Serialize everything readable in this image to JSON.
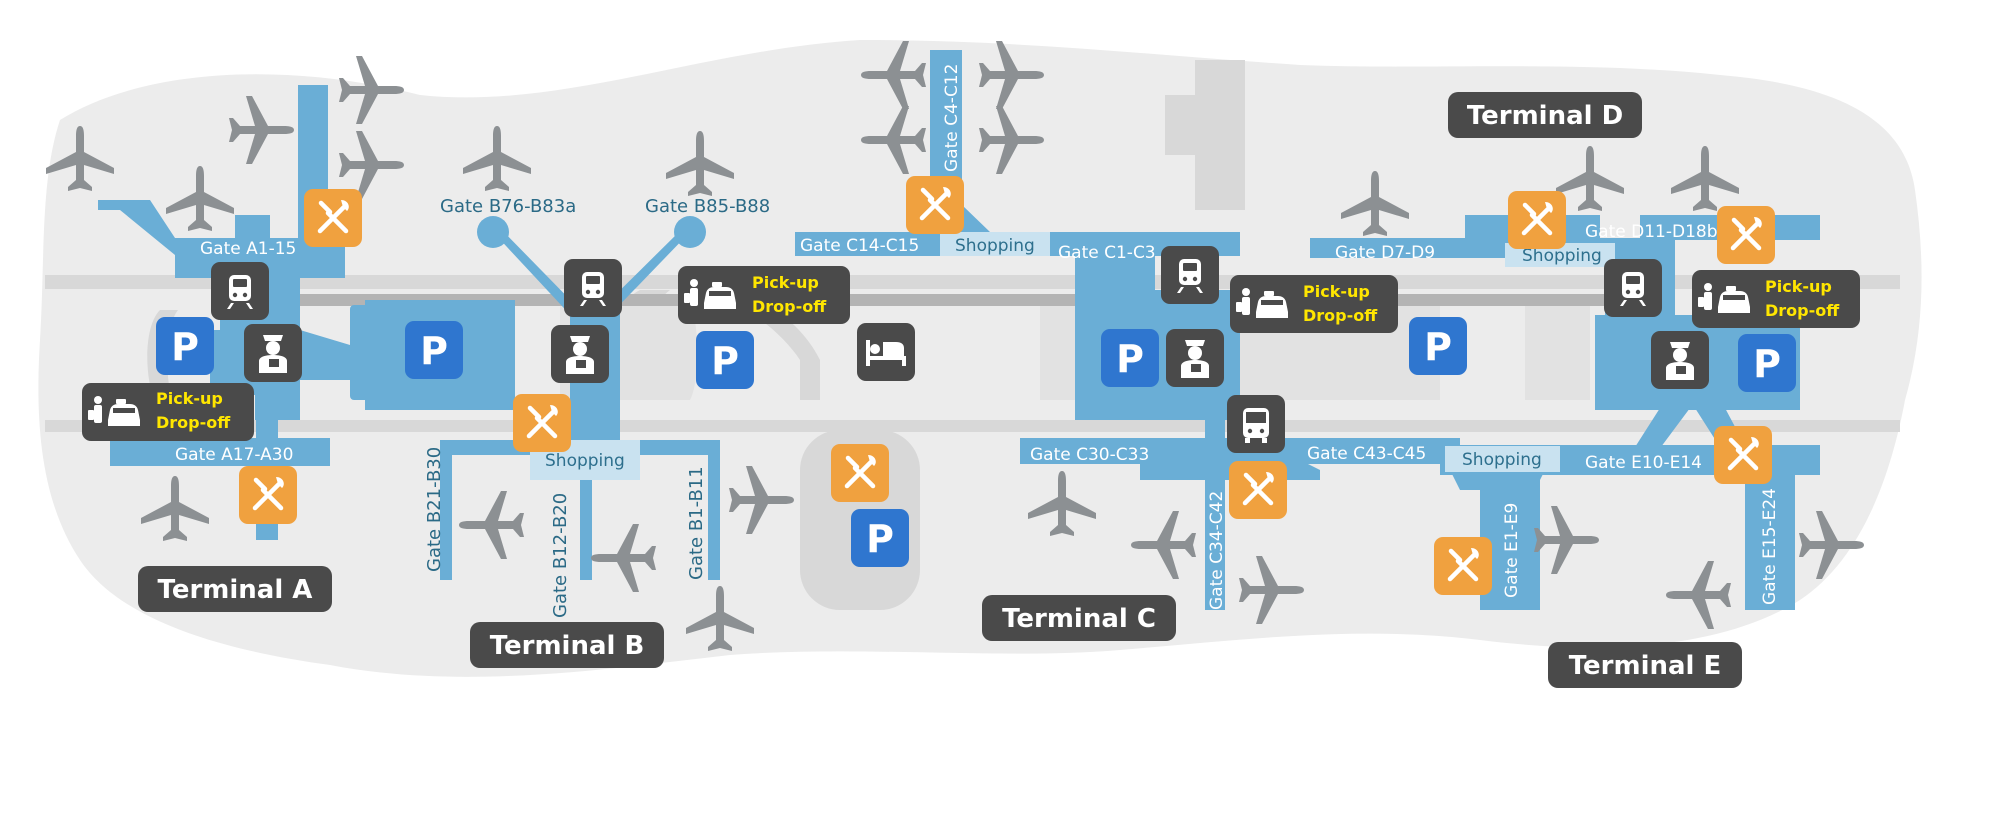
{
  "terminals": [
    {
      "label": "Terminal A"
    },
    {
      "label": "Terminal B"
    },
    {
      "label": "Terminal C"
    },
    {
      "label": "Terminal D"
    },
    {
      "label": "Terminal E"
    }
  ],
  "gates": [
    {
      "label": "Gate A1-15"
    },
    {
      "label": "Gate A17-A30"
    },
    {
      "label": "Gate B76-B83a"
    },
    {
      "label": "Gate B85-B88"
    },
    {
      "label": "Gate B21-B30"
    },
    {
      "label": "Gate B12-B20"
    },
    {
      "label": "Gate B1-B11"
    },
    {
      "label": "Gate C4-C12"
    },
    {
      "label": "Gate C14-C15"
    },
    {
      "label": "Gate C1-C3"
    },
    {
      "label": "Gate C30-C33"
    },
    {
      "label": "Gate C34-C42"
    },
    {
      "label": "Gate C43-C45"
    },
    {
      "label": "Gate D7-D9"
    },
    {
      "label": "Gate D11-D18b"
    },
    {
      "label": "Gate E10-E14"
    },
    {
      "label": "Gate E1-E9"
    },
    {
      "label": "Gate E15-E24"
    }
  ],
  "shopping": {
    "label": "Shopping"
  },
  "pickup": {
    "line1": "Pick-up",
    "line2": "Drop-off"
  },
  "parking": {
    "label": "P"
  },
  "colors": {
    "terminal_blue": "#6aaed6",
    "terminal_light": "#c9e2f0",
    "background_gray": "#ececec",
    "road_gray": "#d8d8d8",
    "restaurant_orange": "#f0a13f",
    "parking_blue": "#2f76cf",
    "dark_badge": "#4a4a4a",
    "pickup_yellow": "#ffe600",
    "plane_gray": "#8c9093"
  },
  "icons": [
    "airplane-icon",
    "restaurant-icon",
    "train-icon",
    "parking-icon",
    "security-icon",
    "taxi-pickup-icon",
    "hotel-bed-icon",
    "bus-icon"
  ]
}
